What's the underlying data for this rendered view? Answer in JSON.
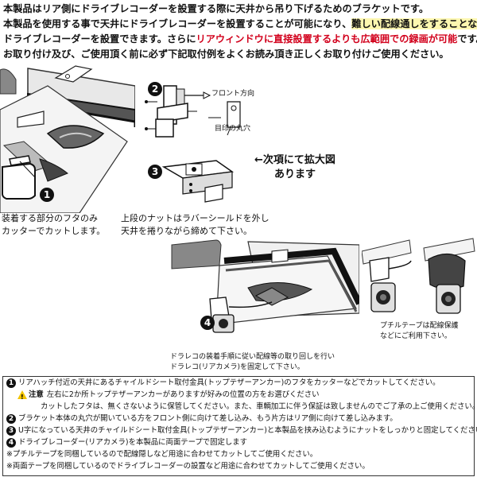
{
  "intro": {
    "line1": "本製品はリア側にドライブレコーダーを設置する際に天井から吊り下げるためのブラケットです。",
    "line2_a": "本製品を使用する事で天井にドライブレコーダーを設置することが可能になり、",
    "line2_b": "難しい配線通しをすることなく",
    "line3_a": "ドライブレコーダーを設置できます。さらに",
    "line3_b": "リアウィンドウに直接設置するよりも広範囲での録画が可能",
    "line3_c": "です。",
    "line4": "お取り付け及び、ご使用頂く前に必ず下記取付例をよくお読み頂き正しくお取り付けご使用ください。"
  },
  "steps": {
    "step1_num": "1",
    "step2_num": "2",
    "step3_num": "3",
    "step4_num": "4"
  },
  "labels": {
    "front_dir": "フロント方向",
    "mark_hole": "目印の丸穴",
    "next_fig_1": "←次項にて拡大図",
    "next_fig_2": "あります"
  },
  "captions": {
    "cap1_l1": "装着する部分のフタのみ",
    "cap1_l2": "カッターでカットします。",
    "cap2_l1": "上段のナットはラバーシールドを外し",
    "cap2_l2": "天井を捲りながら締めて下さい。",
    "cap4_l1": "ドラレコの装着手順に従い配線等の取り回しを行い",
    "cap4_l2": "ドラレコ(リアカメラ)を固定して下さい。",
    "tape_l1": "プチルテープは配線保護",
    "tape_l2": "などにご利用下さい。"
  },
  "notes": {
    "n1": "リアハッチ付近の天井にあるチャイルドシート取付金具(トップテザーアンカー)のフタをカッターなどでカットしてください。",
    "caution_label": "注意",
    "n1_c1": "左右に2か所トップテザーアンカーがありますが好みの位置の方をお選びください",
    "n1_c2": "カットしたフタは、無くさないように保管してください。また、車輌加工に伴う保証は致しませんのでご了承の上ご使用ください。",
    "n2": "ブラケット本体の丸穴が開いている方をフロント側に向けて差し込み、もう片方はリア側に向けて差し込みます。",
    "n3": "U字になっている天井のチャイルドシート取付金具(トップテザーアンカー)と本製品を挟み込むようにナットをしっかりと固定してください。",
    "n4": "ドライブレコーダー(リアカメラ)を本製品に両面テープで固定します",
    "n5": "※プチルテープを同梱しているので配線隠しなど用途に合わせてカットしてご使用ください。",
    "n6": "※両面テープを同梱しているのでドライブレコーダーの設置など用途に合わせてカットしてご使用ください。"
  }
}
